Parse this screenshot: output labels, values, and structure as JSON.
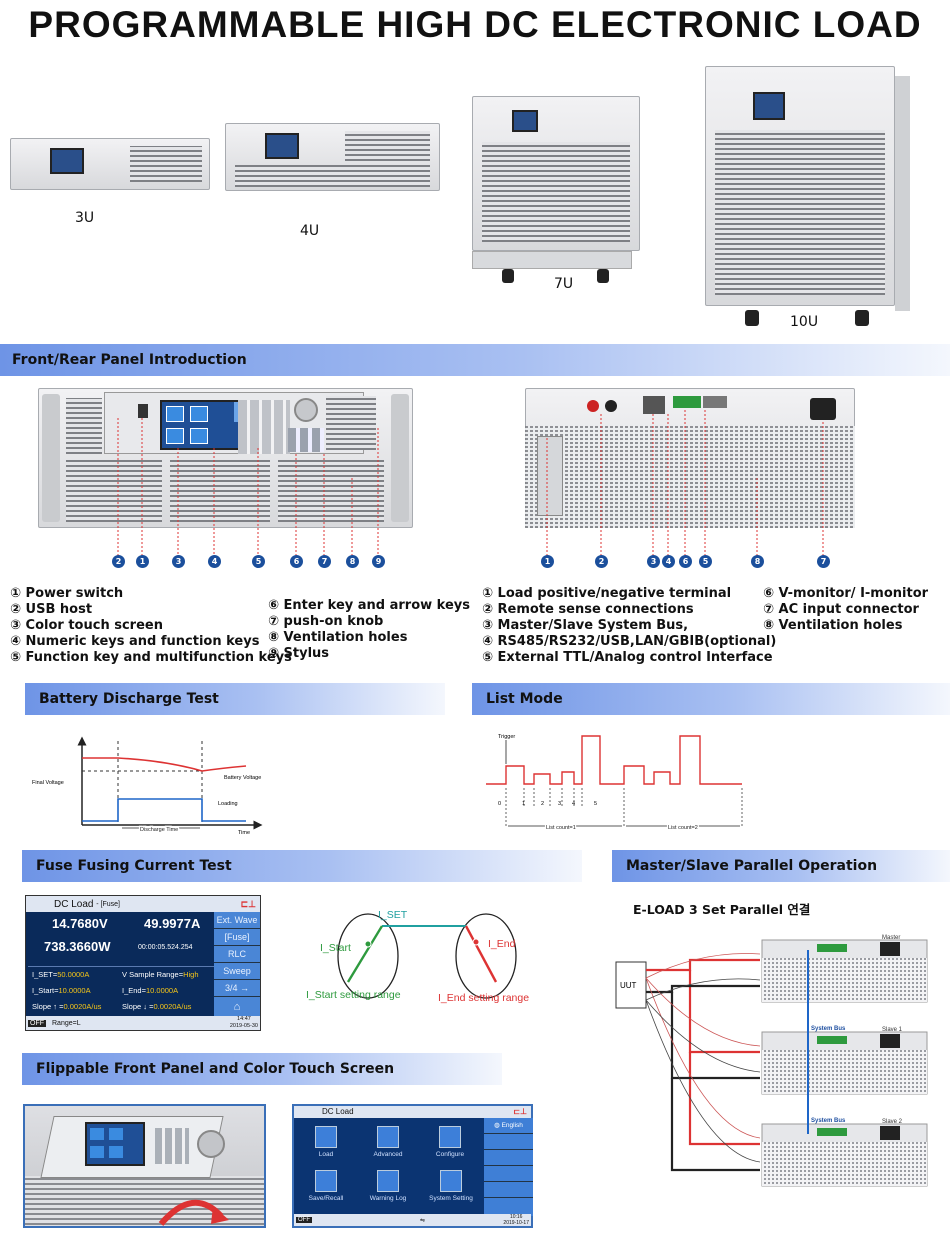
{
  "header": {
    "title": "PROGRAMMABLE HIGH DC ELECTRONIC LOAD"
  },
  "units": [
    "3U",
    "4U",
    "7U",
    "10U"
  ],
  "sections": {
    "front_rear": "Front/Rear Panel Introduction",
    "battery": "Battery Discharge Test",
    "list": "List Mode",
    "fuse": "Fuse Fusing Current Test",
    "master": "Master/Slave Parallel Operation",
    "flip": "Flippable Front Panel and Color Touch Screen"
  },
  "front_numbers": [
    "2",
    "1",
    "3",
    "4",
    "5",
    "6",
    "7",
    "8",
    "9"
  ],
  "rear_numbers": [
    "1",
    "2",
    "3",
    "4",
    "6",
    "5",
    "8",
    "7"
  ],
  "front_legend_left": [
    {
      "n": "①",
      "text": "Power switch"
    },
    {
      "n": "②",
      "text": "USB host"
    },
    {
      "n": "③",
      "text": "Color touch screen"
    },
    {
      "n": "④",
      "text": "Numeric keys and function keys"
    },
    {
      "n": "⑤",
      "text": "Function key and multifunction keys"
    }
  ],
  "front_legend_right": [
    {
      "n": "⑥",
      "text": "Enter key and arrow keys"
    },
    {
      "n": "⑦",
      "text": "push-on knob"
    },
    {
      "n": "⑧",
      "text": "Ventilation holes"
    },
    {
      "n": "⑨",
      "text": "Stylus"
    }
  ],
  "rear_legend_left": [
    {
      "n": "①",
      "text": "Load positive/negative terminal"
    },
    {
      "n": "②",
      "text": "Remote sense connections"
    },
    {
      "n": "③",
      "text": "Master/Slave System Bus,"
    },
    {
      "n": "④",
      "text": "RS485/RS232/USB,LAN/GBIB(optional)"
    },
    {
      "n": "⑤",
      "text": "External TTL/Analog control Interface"
    }
  ],
  "rear_legend_right": [
    {
      "n": "⑥",
      "text": "V-monitor/ I-monitor"
    },
    {
      "n": "⑦",
      "text": "AC input connector"
    },
    {
      "n": "⑧",
      "text": "Ventilation holes"
    }
  ],
  "battery_chart": {
    "final_voltage": "Final Voltage",
    "battery_voltage": "Battery Voltage",
    "loading": "Loading",
    "discharge_time": "Discharge Time",
    "time": "Time"
  },
  "list_chart": {
    "trigger": "Trigger",
    "steps": [
      "0",
      "1",
      "2",
      "3",
      "4",
      "5"
    ],
    "count1": "List count=1",
    "count2": "List count=2"
  },
  "fuse_screen": {
    "title": "DC Load",
    "mode": "- [Fuse]",
    "voltage": "14.7680V",
    "current": "49.9977A",
    "power": "738.3660W",
    "time": "00:00:05.524.254",
    "iset_label": "I_SET=",
    "iset": "50.0000A",
    "vrange_label": "V Sample Range=",
    "vrange": "High",
    "istart_label": "I_Start=",
    "istart": "10.0000A",
    "iend_label": "I_End=",
    "iend": "10.0000A",
    "slope_up_label": "Slope ↑ =",
    "slope_up": "0.0020A/us",
    "slope_down_label": "Slope ↓ =",
    "slope_down": "0.0020A/us",
    "side_buttons": [
      "Ext. Wave",
      "[Fuse]",
      "RLC",
      "Sweep",
      "3/4  →"
    ],
    "status": "OFF",
    "range": "Range=L",
    "clock": "14:47",
    "date": "2019-05-30"
  },
  "fuse_diagram": {
    "iset": "I_SET",
    "istart": "I_Start",
    "iend": "I_End",
    "istart_range": "I_Start setting range",
    "iend_range": "I_End setting range"
  },
  "parallel": {
    "caption": "E-LOAD 3 Set Parallel 연결",
    "uut": "UUT",
    "master": "Master",
    "slave1": "Slave 1",
    "slave2": "Slave 2",
    "bus": "System Bus"
  },
  "menu_screen": {
    "title": "DC Load",
    "language": "English",
    "items": [
      "Load",
      "Advanced",
      "Configure",
      "Save/Recall",
      "Warning Log",
      "System Setting"
    ],
    "status": "OFF",
    "clock": "10:16",
    "date": "2019-10-17"
  },
  "colors": {
    "accent": "#1b4f9c",
    "red": "#d32f2f",
    "teal": "#20a0a0",
    "green": "#2e9a3e"
  }
}
